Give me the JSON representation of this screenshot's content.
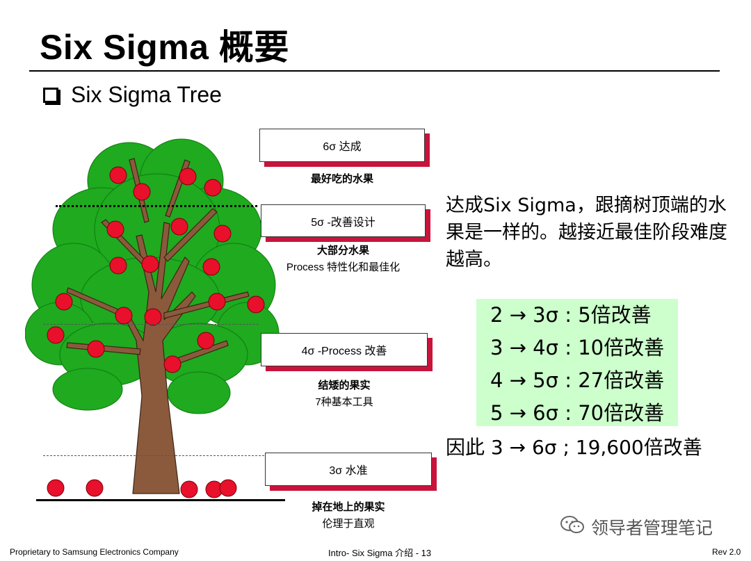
{
  "header": {
    "title": "Six Sigma 概要"
  },
  "section": {
    "title": "Six Sigma Tree"
  },
  "levels": [
    {
      "label": "6σ 达成",
      "caption_bold": "最好吃的水果",
      "caption": ""
    },
    {
      "label": "5σ -改善设计",
      "caption_bold": "大部分水果",
      "caption": "Process 特性化和最佳化"
    },
    {
      "label": "4σ -Process 改善",
      "caption_bold": "结矮的果实",
      "caption": "7种基本工具"
    },
    {
      "label": "3σ 水准",
      "caption_bold": "掉在地上的果实",
      "caption": "伦理于直观"
    }
  ],
  "description": "达成Six Sigma，跟摘树顶端的水果是一样的。越接近最佳阶段难度越高。",
  "improvements": [
    "2 → 3σ :   5倍改善",
    "3 → 4σ : 10倍改善",
    "4 → 5σ : 27倍改善",
    "5 → 6σ : 70倍改善"
  ],
  "conclusion": "因此 3 → 6σ ; 19,600倍改善",
  "footer": {
    "left": "Proprietary to Samsung Electronics Company",
    "center": "Intro- Six Sigma 介绍 - 13",
    "right": "Rev 2.0"
  },
  "watermark": {
    "text": "领导者管理笔记"
  },
  "colors": {
    "apple": "#e8102a",
    "foliage": "#1faa1f",
    "trunk": "#8b5a3c",
    "box_shadow": "#c8143c",
    "highlight": "#ccffcc"
  }
}
